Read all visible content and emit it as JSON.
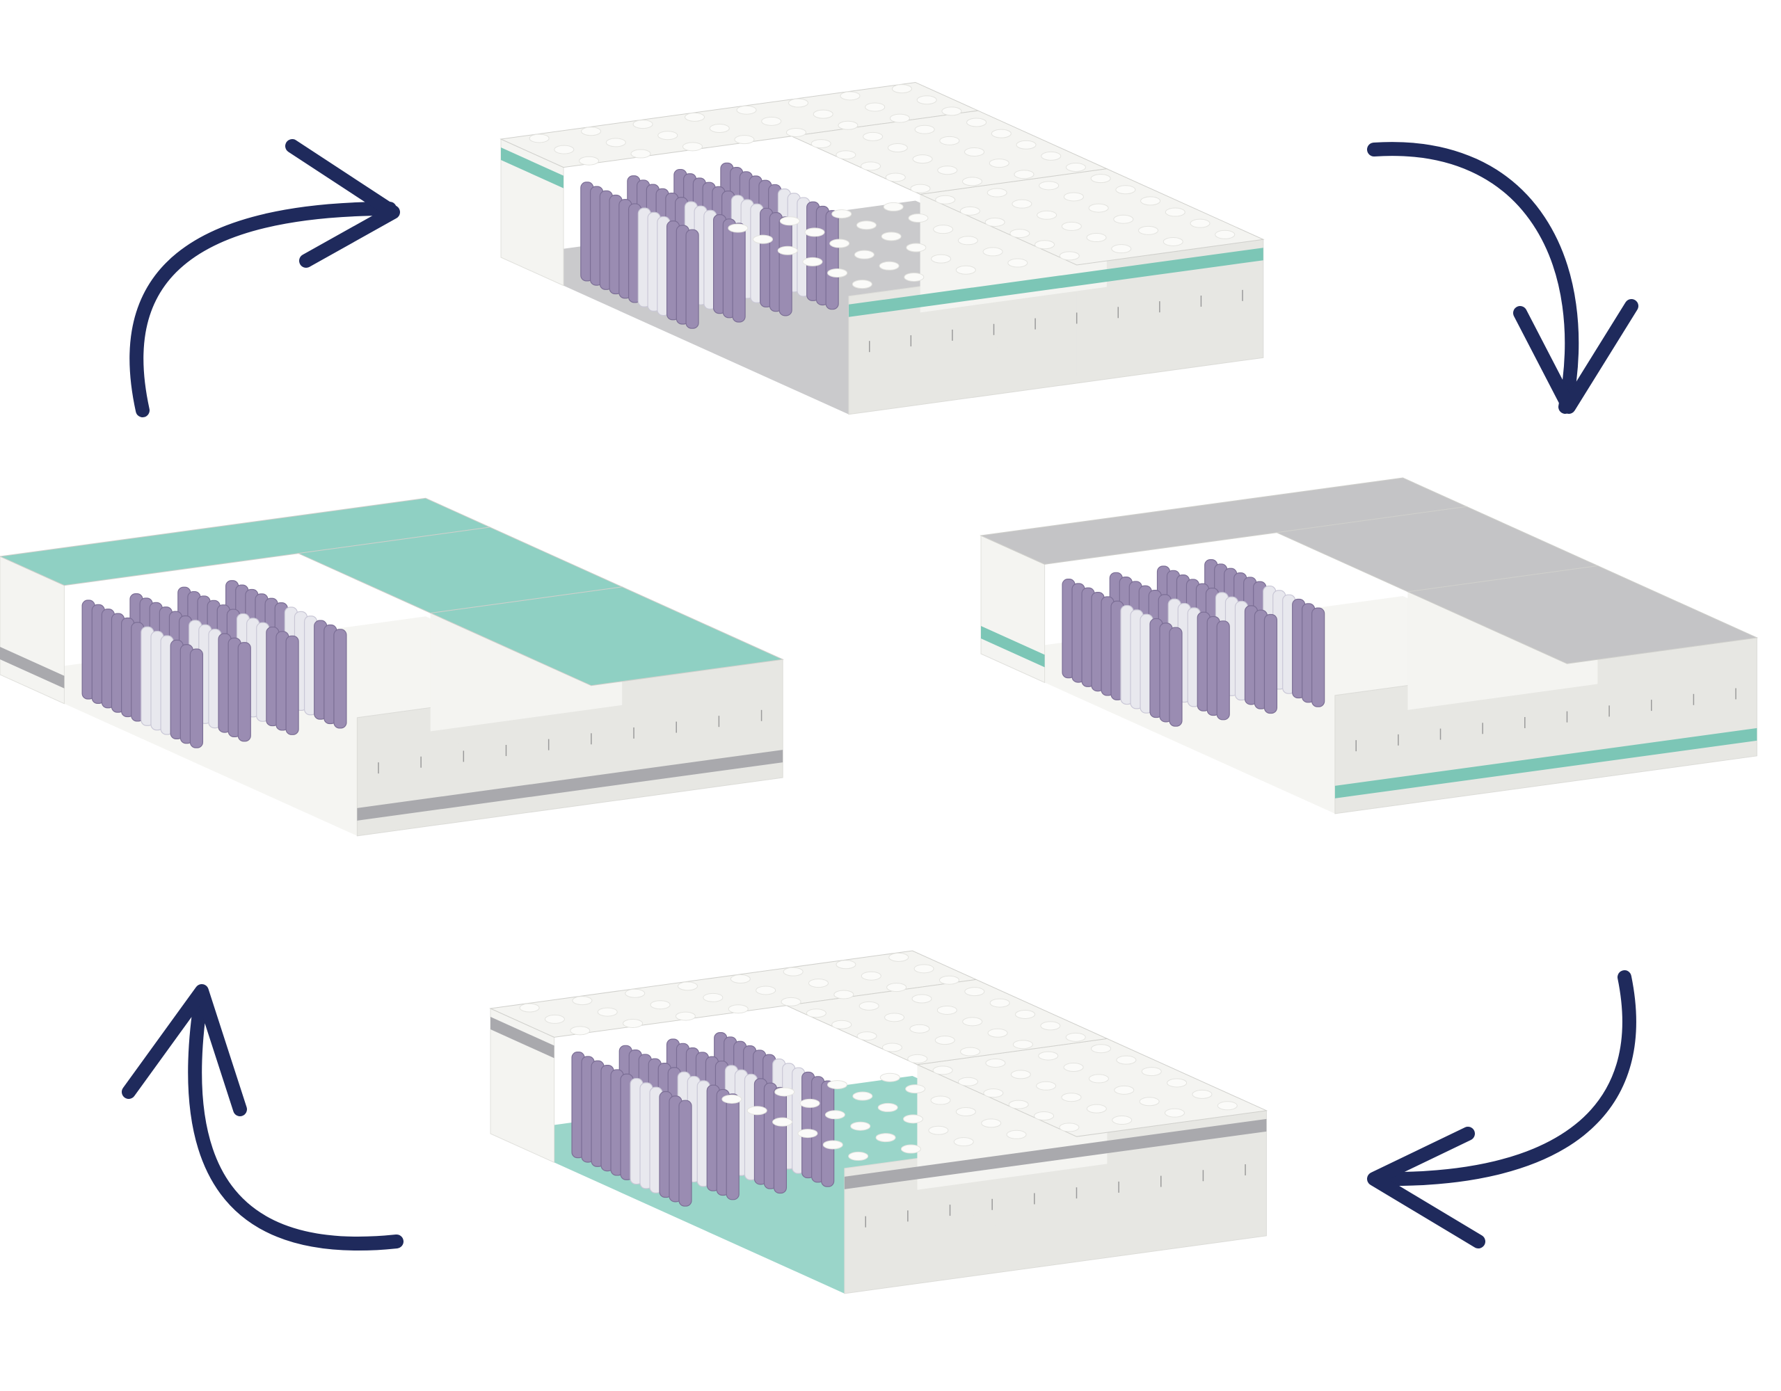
{
  "diagram": {
    "type": "cycle",
    "mattresses": [
      {
        "id": "top",
        "top_layer": "egg-crate-foam",
        "second_layer": "teal-foam",
        "core": "pocket-springs",
        "bottom_layer": "gray-felt"
      },
      {
        "id": "right",
        "top_layer": "gray-felt",
        "core": "pocket-springs",
        "second_bottom_layer": "teal-foam",
        "bottom_layer": "egg-crate-foam"
      },
      {
        "id": "bottom",
        "top_layer": "egg-crate-foam",
        "second_layer": "gray-felt",
        "core": "pocket-springs",
        "bottom_layer": "teal-foam"
      },
      {
        "id": "left",
        "top_layer": "teal-foam",
        "core": "pocket-springs",
        "second_bottom_layer": "gray-felt",
        "bottom_layer": "egg-crate-foam"
      }
    ],
    "arrows": [
      {
        "from": "left",
        "to": "top"
      },
      {
        "from": "top",
        "to": "right"
      },
      {
        "from": "right",
        "to": "bottom"
      },
      {
        "from": "bottom",
        "to": "left"
      }
    ],
    "colors": {
      "arrow": "#1f2a5c",
      "teal": "#8fd0c3",
      "teal_side": "#7cc6b6",
      "gray": "#c4c4c6",
      "gray_side": "#a9a9ad",
      "white": "#f4f4f1",
      "white_side": "#e7e7e3",
      "spring": "#9a8cb2",
      "spring_light": "#e8e8ee",
      "shadow": "#d8d8db"
    }
  }
}
